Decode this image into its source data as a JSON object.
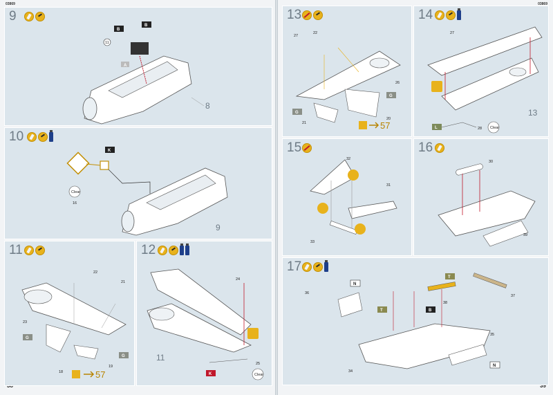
{
  "pages": {
    "left": {
      "code": "03869",
      "number": "38"
    },
    "right": {
      "code": "03869",
      "number": "39"
    }
  },
  "steps": {
    "s9": {
      "number": "9",
      "parts": [
        "11"
      ],
      "assembly": "8",
      "tags": [
        "B",
        "B",
        "A"
      ]
    },
    "s10": {
      "number": "10",
      "parts": [
        "16"
      ],
      "assembly": "9",
      "tags": [
        "K"
      ],
      "clear": "Clear"
    },
    "s11": {
      "number": "11",
      "parts": [
        "22",
        "21",
        "23",
        "18",
        "19"
      ],
      "tags": [
        "G",
        "G"
      ],
      "ref": "57"
    },
    "s12": {
      "number": "12",
      "parts": [
        "24",
        "25"
      ],
      "assembly": "11",
      "tags": [
        "K"
      ],
      "clear": "Clear"
    },
    "s13": {
      "number": "13",
      "parts": [
        "27",
        "22",
        "26",
        "20",
        "21"
      ],
      "tags": [
        "G",
        "G"
      ],
      "ref": "57"
    },
    "s14": {
      "number": "14",
      "parts": [
        "27",
        "28"
      ],
      "assembly": "13",
      "tags": [
        "L"
      ],
      "clear": "Clear"
    },
    "s15": {
      "number": "15",
      "parts": [
        "32",
        "31",
        "33"
      ]
    },
    "s16": {
      "number": "16",
      "parts": [
        "30",
        "39"
      ]
    },
    "s17": {
      "number": "17",
      "parts": [
        "36",
        "37",
        "38",
        "34",
        "35"
      ],
      "tags": [
        "N",
        "T",
        "T",
        "B",
        "N"
      ]
    }
  },
  "colors": {
    "paper": "#f2f4f6",
    "panel": "#dbe5ec",
    "accent": "#e8b21c",
    "ref": "#b88400",
    "arrow": "#c0182b"
  },
  "icons": [
    "glue-icon",
    "paint-icon",
    "no-glue-icon",
    "paint-bottle-icon"
  ]
}
